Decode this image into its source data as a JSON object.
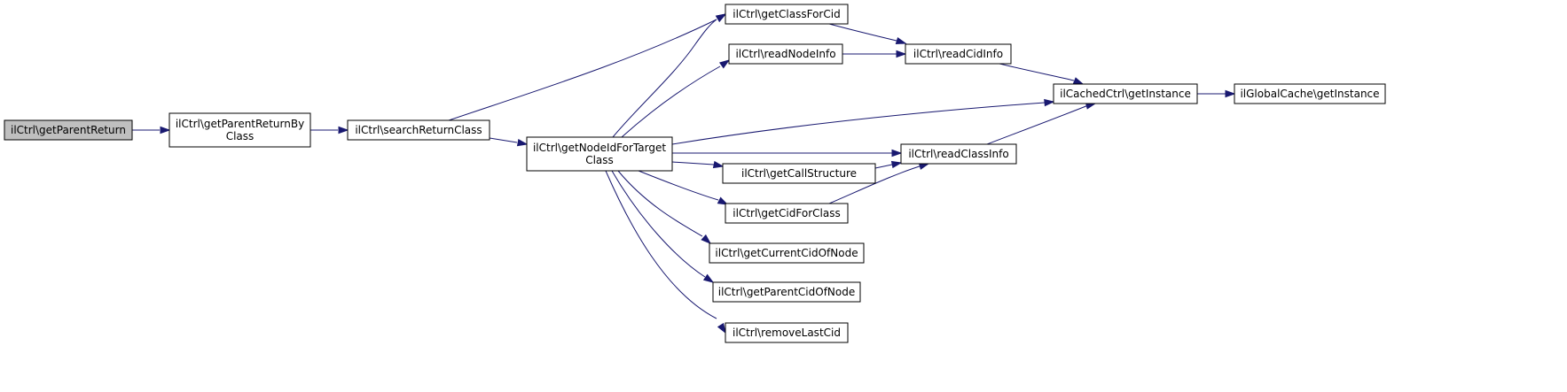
{
  "colors": {
    "edge": "#191970",
    "node_fill": "#ffffff",
    "root_fill": "#bfbfbf",
    "border": "#000000"
  },
  "nodes": [
    {
      "id": "n0",
      "lines": [
        "ilCtrl\\getParentReturn"
      ],
      "root": true
    },
    {
      "id": "n1",
      "lines": [
        "ilCtrl\\getParentReturnBy",
        "Class"
      ]
    },
    {
      "id": "n2",
      "lines": [
        "ilCtrl\\searchReturnClass"
      ]
    },
    {
      "id": "n3",
      "lines": [
        "ilCtrl\\getNodeIdForTarget",
        "Class"
      ]
    },
    {
      "id": "n4",
      "lines": [
        "ilCtrl\\getClassForCid"
      ]
    },
    {
      "id": "n5",
      "lines": [
        "ilCtrl\\readNodeInfo"
      ]
    },
    {
      "id": "n6",
      "lines": [
        "ilCtrl\\readCidInfo"
      ]
    },
    {
      "id": "n7",
      "lines": [
        "ilCachedCtrl\\getInstance"
      ]
    },
    {
      "id": "n8",
      "lines": [
        "ilGlobalCache\\getInstance"
      ]
    },
    {
      "id": "n9",
      "lines": [
        "ilCtrl\\readClassInfo"
      ]
    },
    {
      "id": "n10",
      "lines": [
        "ilCtrl\\getCallStructure"
      ]
    },
    {
      "id": "n11",
      "lines": [
        "ilCtrl\\getCidForClass"
      ]
    },
    {
      "id": "n12",
      "lines": [
        "ilCtrl\\getCurrentCidOfNode"
      ]
    },
    {
      "id": "n13",
      "lines": [
        "ilCtrl\\getParentCidOfNode"
      ]
    },
    {
      "id": "n14",
      "lines": [
        "ilCtrl\\removeLastCid"
      ]
    }
  ],
  "edges": [
    {
      "from": "n0",
      "to": "n1"
    },
    {
      "from": "n1",
      "to": "n2"
    },
    {
      "from": "n2",
      "to": "n3"
    },
    {
      "from": "n2",
      "to": "n4"
    },
    {
      "from": "n3",
      "to": "n4"
    },
    {
      "from": "n3",
      "to": "n5"
    },
    {
      "from": "n3",
      "to": "n7"
    },
    {
      "from": "n3",
      "to": "n9"
    },
    {
      "from": "n3",
      "to": "n10"
    },
    {
      "from": "n3",
      "to": "n11"
    },
    {
      "from": "n3",
      "to": "n12"
    },
    {
      "from": "n3",
      "to": "n13"
    },
    {
      "from": "n3",
      "to": "n14"
    },
    {
      "from": "n4",
      "to": "n6"
    },
    {
      "from": "n5",
      "to": "n6"
    },
    {
      "from": "n6",
      "to": "n7"
    },
    {
      "from": "n7",
      "to": "n8"
    },
    {
      "from": "n9",
      "to": "n7"
    },
    {
      "from": "n10",
      "to": "n9"
    },
    {
      "from": "n11",
      "to": "n9"
    }
  ]
}
